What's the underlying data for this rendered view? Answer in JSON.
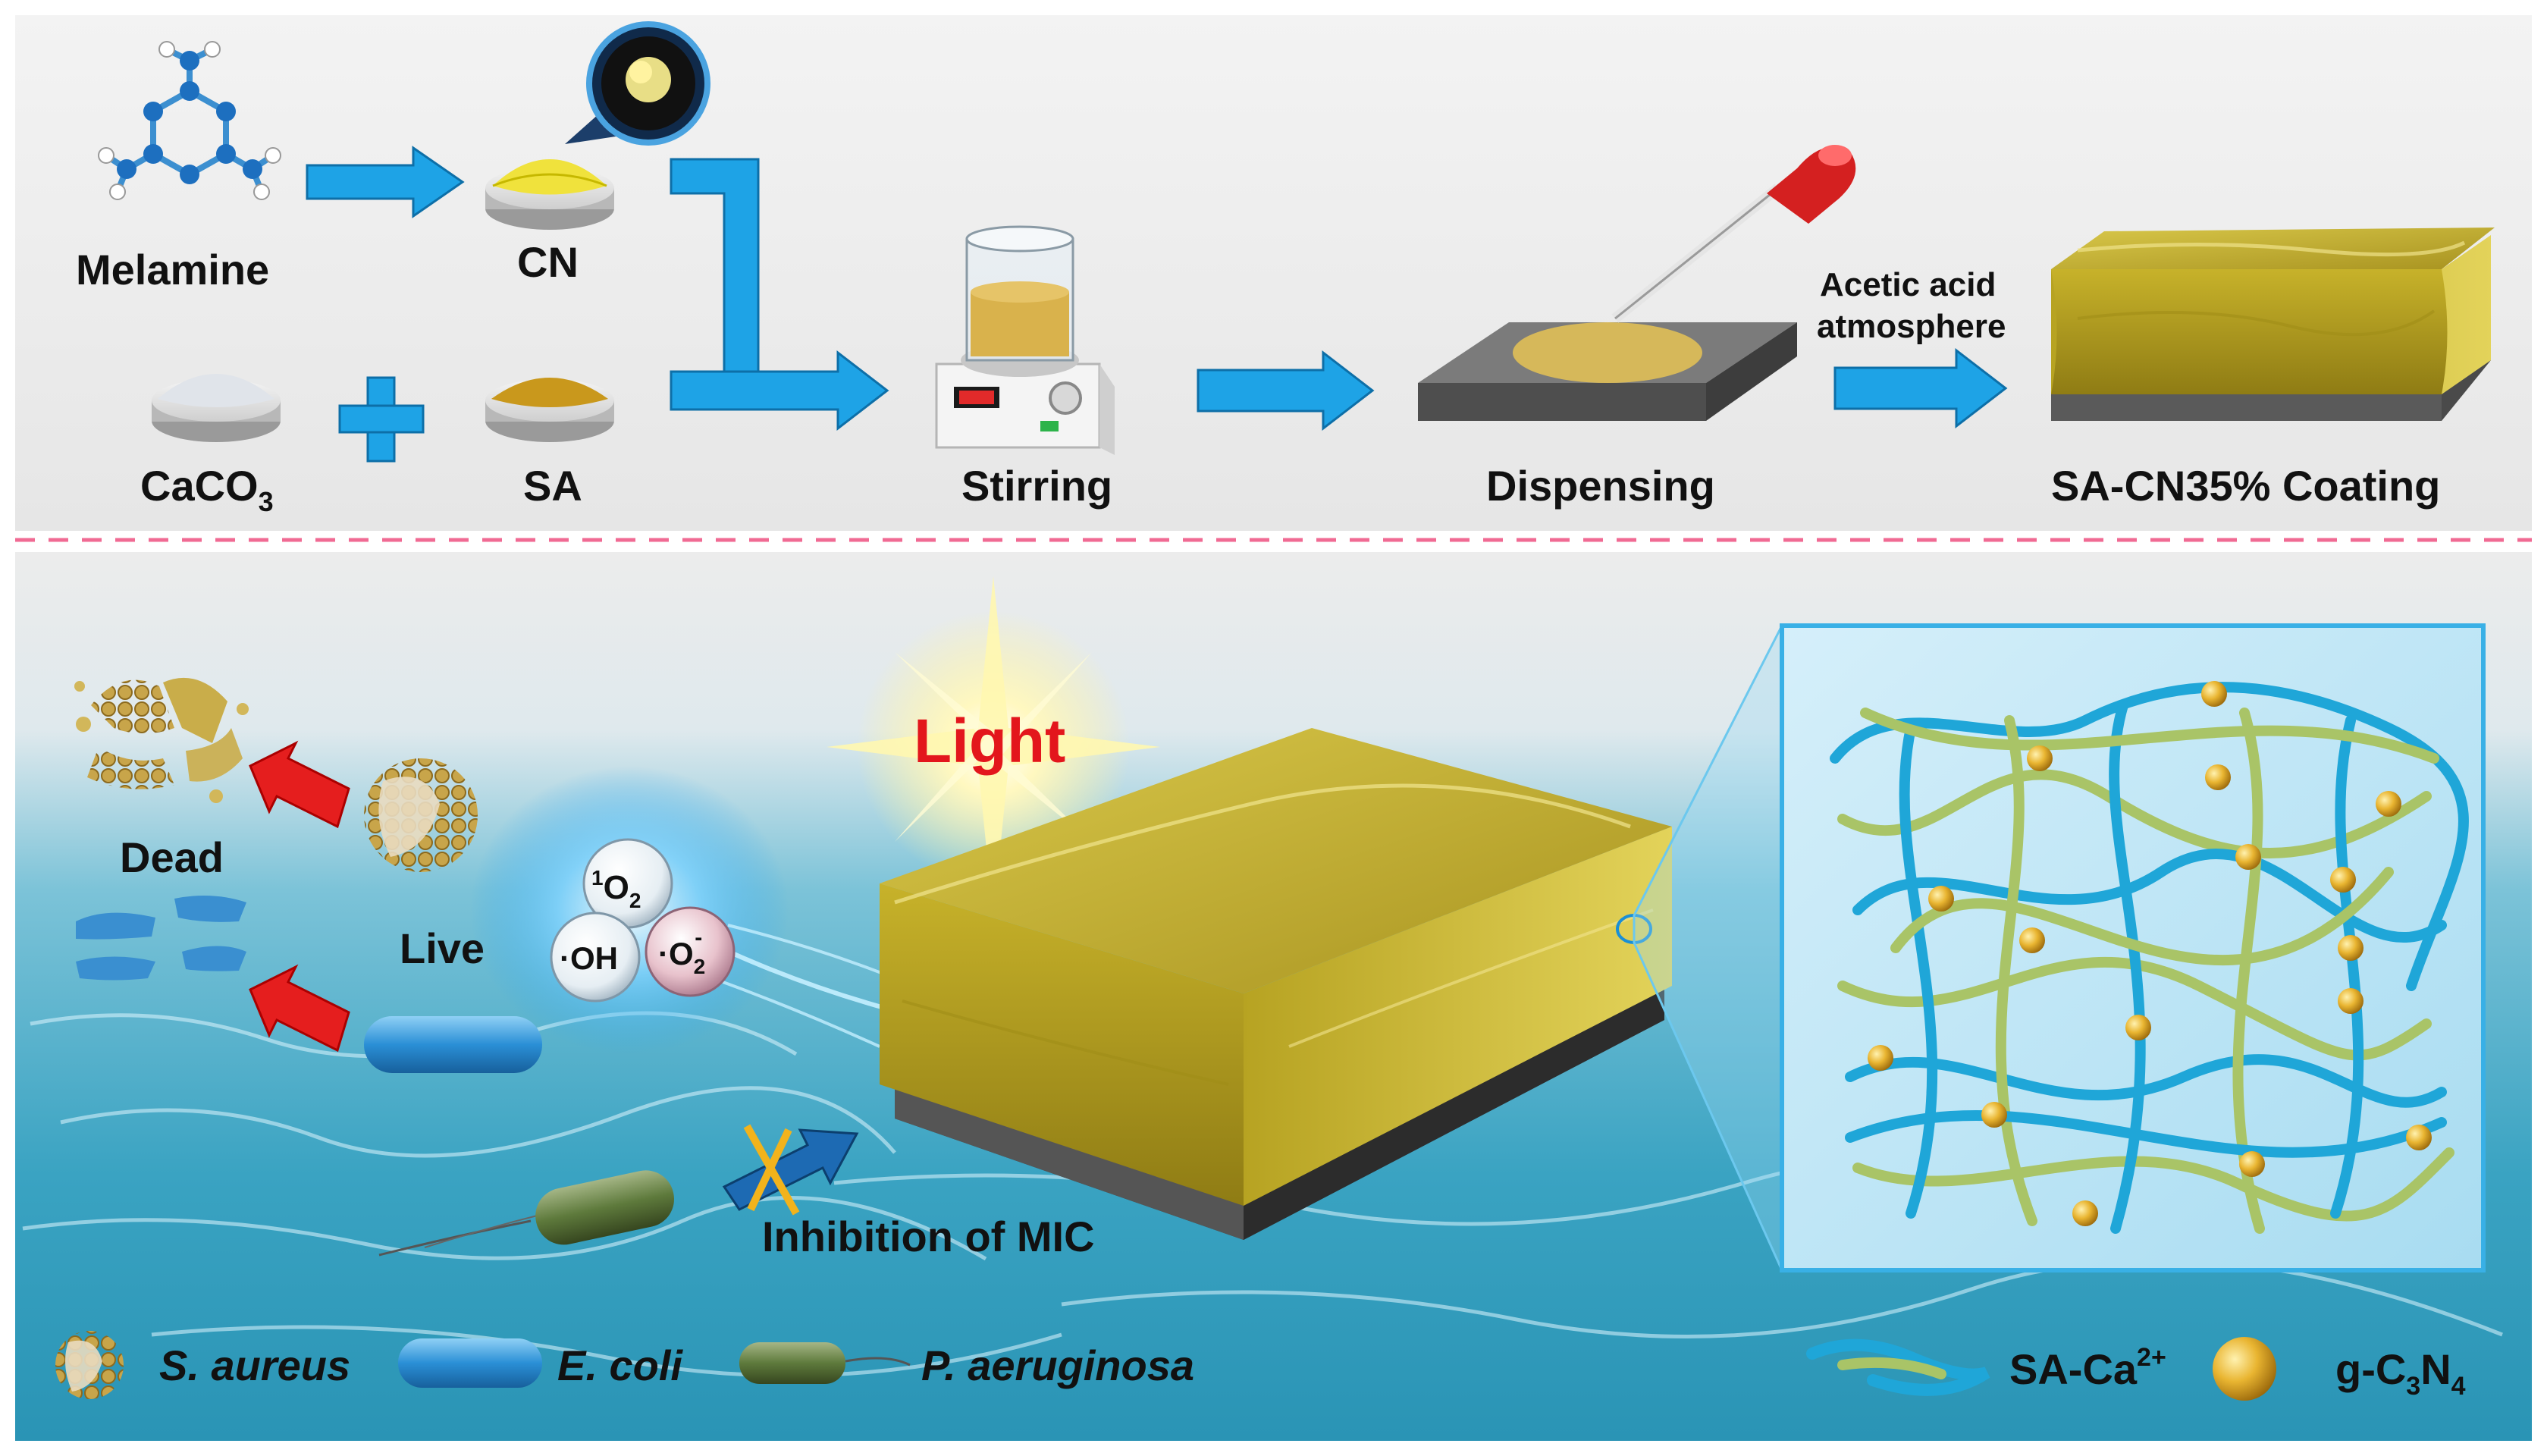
{
  "synthesis": {
    "melamine": "Melamine",
    "cn": "CN",
    "caco3_base": "CaCO",
    "caco3_sub": "3",
    "sa": "SA",
    "stirring": "Stirring",
    "dispensing": "Dispensing",
    "acetic_line1": "Acetic acid",
    "acetic_line2": "atmosphere",
    "coating": "SA-CN35% Coating"
  },
  "mechanism": {
    "light": "Light",
    "dead": "Dead",
    "live": "Live",
    "singlet_sup": "1",
    "singlet_base": "O",
    "singlet_sub": "2",
    "hydroxyl": "·OH",
    "superoxide_base": "·O",
    "superoxide_sub": "2",
    "superoxide_sup": "-",
    "inhibition": "Inhibition of MIC"
  },
  "legend": {
    "s_aureus": "S. aureus",
    "e_coli": "E. coli",
    "p_aeruginosa": "P. aeruginosa",
    "sa_ca_base": "SA-Ca",
    "sa_ca_sup": "2+",
    "gc3n4_a": "g-C",
    "gc3n4_b": "3",
    "gc3n4_c": "N",
    "gc3n4_d": "4"
  },
  "colors": {
    "arrow_blue": "#1ea3e6",
    "dead_arrow_red": "#e51e1e",
    "light_text_red": "#e3161c",
    "coating_yellow": "#c9b42a",
    "network_blue": "#1fa6d8",
    "network_green": "#a9c467",
    "nanoparticle_gold": "#e2a324",
    "water": "#2f9fbf",
    "divider_pink": "#f06a93"
  }
}
